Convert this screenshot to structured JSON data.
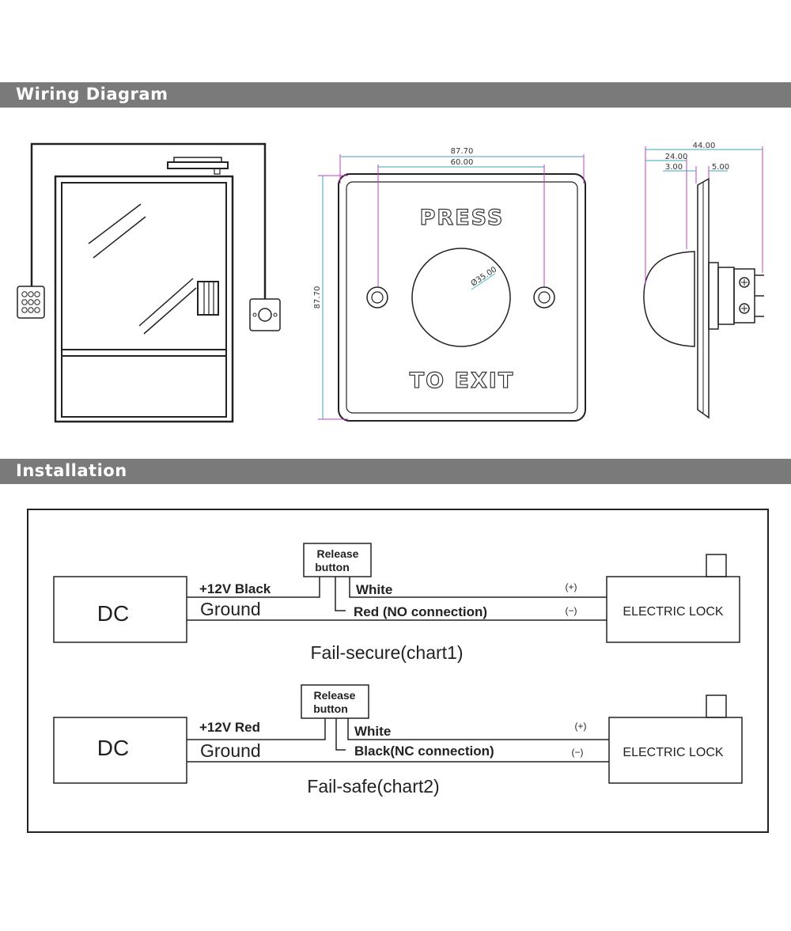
{
  "sections": {
    "wiring_title": "Wiring Diagram",
    "installation_title": "Installation"
  },
  "button_face": {
    "top_text": "PRESS",
    "bottom_text": "TO EXIT",
    "dim_width": "87.70",
    "dim_hole_spacing": "60.00",
    "dim_height": "87.70",
    "dim_diameter": "Ø35.00"
  },
  "side_view": {
    "dim_total": "44.00",
    "dim_a": "24.00",
    "dim_b": "3.00",
    "dim_c": "5.00"
  },
  "chart1": {
    "release_line1": "Release",
    "release_line2": "button",
    "dc": "DC",
    "plus_label": "+12V Black",
    "ground_label": "Ground",
    "white_label": "White",
    "red_label": "Red (NO connection)",
    "plus_sign": "(+)",
    "minus_sign": "(−)",
    "lock": "ELECTRIC LOCK",
    "caption": "Fail-secure(chart1)"
  },
  "chart2": {
    "release_line1": "Release",
    "release_line2": "button",
    "dc": "DC",
    "plus_label": "+12V Red",
    "ground_label": "Ground",
    "white_label": "White",
    "black_label": "Black(NC connection)",
    "plus_sign": "(+)",
    "minus_sign": "(−)",
    "lock": "ELECTRIC LOCK",
    "caption": "Fail-safe(chart2)"
  }
}
